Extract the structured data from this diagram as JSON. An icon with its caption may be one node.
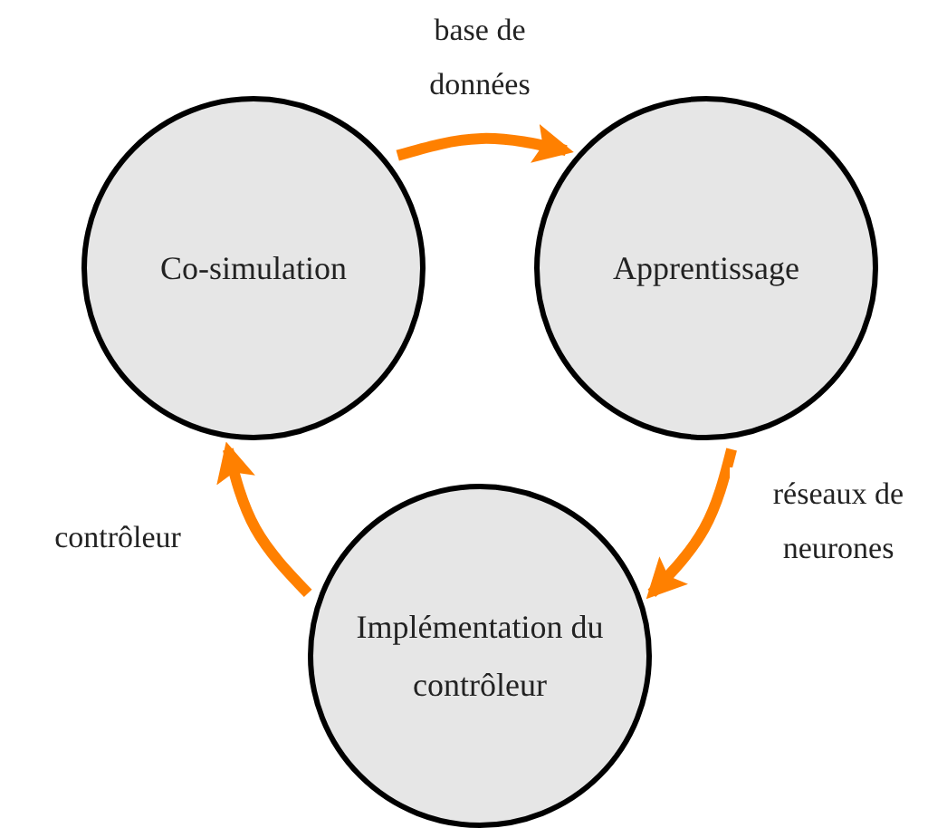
{
  "diagram": {
    "nodes": [
      {
        "text": [
          "Co-simulation"
        ]
      },
      {
        "text": [
          "Apprentissage"
        ]
      },
      {
        "text": [
          "Implémentation du contrôleur"
        ]
      }
    ],
    "edges": [
      {
        "from": 0,
        "to": 1,
        "arrow": "to",
        "label": "base de données"
      },
      {
        "from": 1,
        "to": 2,
        "arrow": "to",
        "label": "réseaux de neurones"
      },
      {
        "from": 2,
        "to": 0,
        "arrow": "to",
        "label": "contrôleur"
      }
    ]
  }
}
